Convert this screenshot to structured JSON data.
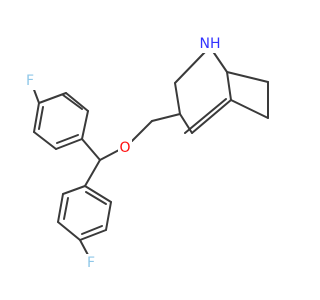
{
  "molecule": {
    "atoms": [
      {
        "id": "nh",
        "label": "NH",
        "color": "#3333ff"
      },
      {
        "id": "o",
        "label": "O",
        "color": "#ff0d0d"
      },
      {
        "id": "f_top",
        "label": "F",
        "color": "#8fc7e8"
      },
      {
        "id": "f_bottom",
        "label": "F",
        "color": "#8fc7e8"
      }
    ],
    "bond_color": "#3a3a3a"
  }
}
